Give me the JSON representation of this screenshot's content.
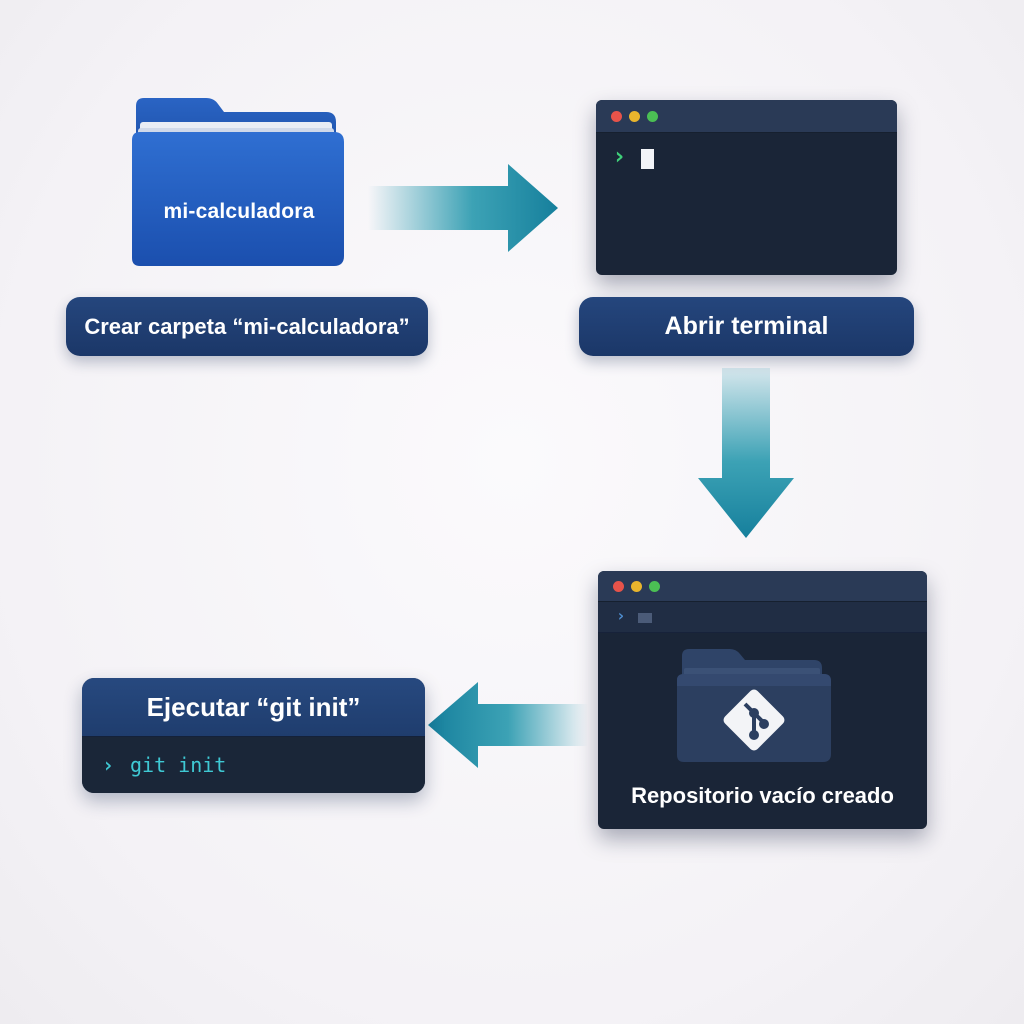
{
  "steps": {
    "create_folder": {
      "folder_name": "mi-calculadora",
      "label": "Crear carpeta “mi-calculadora”"
    },
    "open_terminal": {
      "prompt": "›",
      "label": "Abrir terminal"
    },
    "repo_created": {
      "prompt": "›",
      "label": "Repositorio vacío creado"
    },
    "run_git_init": {
      "title": "Ejecutar “git init”",
      "prompt": "›",
      "command": "git init"
    }
  },
  "colors": {
    "folder_blue": "#1f5fbf",
    "pill_navy": "#1f3d6e",
    "arrow_teal": "#1a8fa6",
    "terminal_bg": "#1a2537",
    "prompt_green": "#3fd07a",
    "command_cyan": "#3fc9d4"
  },
  "icons": {
    "folder": "folder-icon",
    "git": "git-icon",
    "arrow": "flow-arrow-icon"
  }
}
